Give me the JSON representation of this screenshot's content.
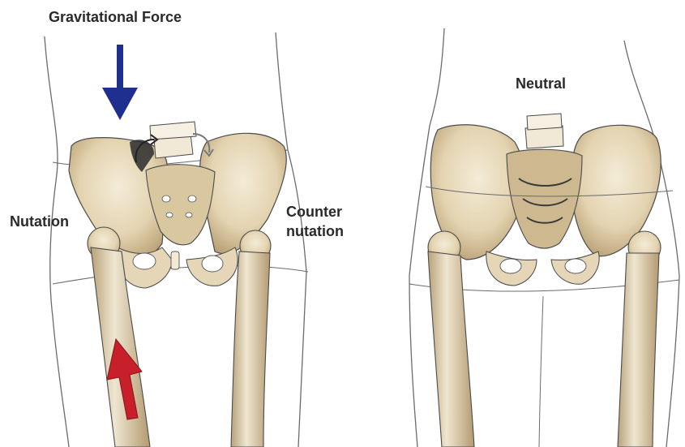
{
  "labels": {
    "gravitational_force": "Gravitational Force",
    "nutation": "Nutation",
    "counter_line1": "Counter",
    "counter_line2": "nutation",
    "neutral": "Neutral"
  },
  "colors": {
    "gravity_arrow": "#1f2f8f",
    "ground_force_arrow": "#c8202a",
    "bone": "#e6d9bd",
    "bone_shadow": "#b89f74",
    "outline": "#4a4a4a"
  },
  "icons": {
    "gravity": "arrow-down-icon",
    "ground_reaction": "arrow-up-icon",
    "rotation": "rotation-arrows-icon"
  }
}
